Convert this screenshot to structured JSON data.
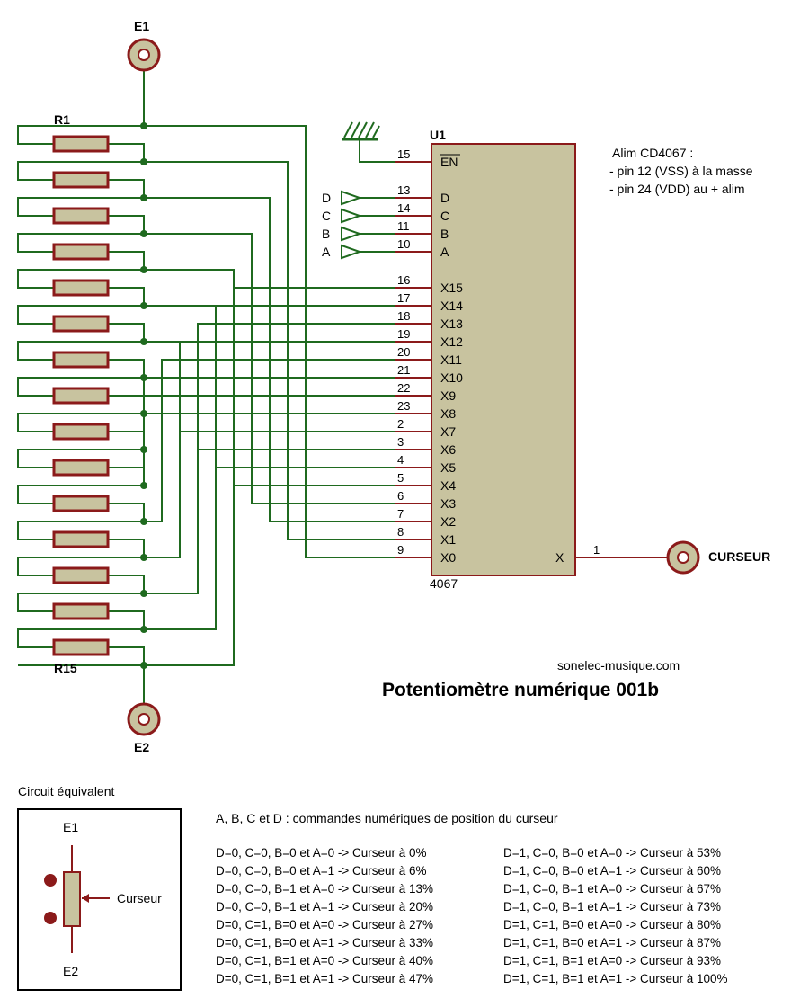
{
  "colors": {
    "wire": "#1f6a1f",
    "component": "#8b1a1a",
    "component_fill": "#c8c39f",
    "chip_fill": "#c8c39f",
    "chip_border": "#8b1a1a",
    "text": "#000000"
  },
  "terminals": {
    "e1": "E1",
    "e2": "E2",
    "curseur": "CURSEUR"
  },
  "resistors": {
    "first": "R1",
    "last": "R15"
  },
  "chip": {
    "ref": "U1",
    "part": "4067",
    "output_pin_number": "1",
    "output_pin_label": "X",
    "enable_pin_number": "15",
    "enable_pin_label": "EN",
    "control_pins": [
      {
        "label": "D",
        "number": "13"
      },
      {
        "label": "C",
        "number": "14"
      },
      {
        "label": "B",
        "number": "11"
      },
      {
        "label": "A",
        "number": "10"
      }
    ],
    "channel_pins": [
      {
        "label": "X15",
        "number": "16"
      },
      {
        "label": "X14",
        "number": "17"
      },
      {
        "label": "X13",
        "number": "18"
      },
      {
        "label": "X12",
        "number": "19"
      },
      {
        "label": "X11",
        "number": "20"
      },
      {
        "label": "X10",
        "number": "21"
      },
      {
        "label": "X9",
        "number": "22"
      },
      {
        "label": "X8",
        "number": "23"
      },
      {
        "label": "X7",
        "number": "2"
      },
      {
        "label": "X6",
        "number": "3"
      },
      {
        "label": "X5",
        "number": "4"
      },
      {
        "label": "X4",
        "number": "5"
      },
      {
        "label": "X3",
        "number": "6"
      },
      {
        "label": "X2",
        "number": "7"
      },
      {
        "label": "X1",
        "number": "8"
      },
      {
        "label": "X0",
        "number": "9"
      }
    ]
  },
  "inputs": [
    "D",
    "C",
    "B",
    "A"
  ],
  "power_note": [
    "Alim CD4067 :",
    "- pin 12 (VSS) à la masse",
    "- pin 24 (VDD) au + alim"
  ],
  "site": "sonelec-musique.com",
  "title": "Potentiomètre numérique 001b",
  "equivalent": {
    "heading": "Circuit équivalent",
    "top_label": "E1",
    "bottom_label": "E2",
    "wiper_label": "Curseur"
  },
  "commands_heading": "A, B, C et D : commandes numériques de position du curseur",
  "truth_left": [
    "D=0, C=0, B=0 et A=0 -> Curseur à 0%",
    "D=0, C=0, B=0 et A=1 -> Curseur à 6%",
    "D=0, C=0, B=1 et A=0 -> Curseur à 13%",
    "D=0, C=0, B=1 et A=1 -> Curseur à 20%",
    "D=0, C=1, B=0 et A=0 -> Curseur à 27%",
    "D=0, C=1, B=0 et A=1 -> Curseur à 33%",
    "D=0, C=1, B=1 et A=0 -> Curseur à 40%",
    "D=0, C=1, B=1 et A=1 -> Curseur à 47%"
  ],
  "truth_right": [
    "D=1, C=0, B=0 et A=0 -> Curseur à 53%",
    "D=1, C=0, B=0 et A=1 -> Curseur à 60%",
    "D=1, C=0, B=1 et A=0 -> Curseur à 67%",
    "D=1, C=0, B=1 et A=1 -> Curseur à 73%",
    "D=1, C=1, B=0 et A=0 -> Curseur à 80%",
    "D=1, C=1, B=0 et A=1 -> Curseur à 87%",
    "D=1, C=1, B=1 et A=0 -> Curseur à 93%",
    "D=1, C=1, B=1 et A=1 -> Curseur à 100%"
  ]
}
